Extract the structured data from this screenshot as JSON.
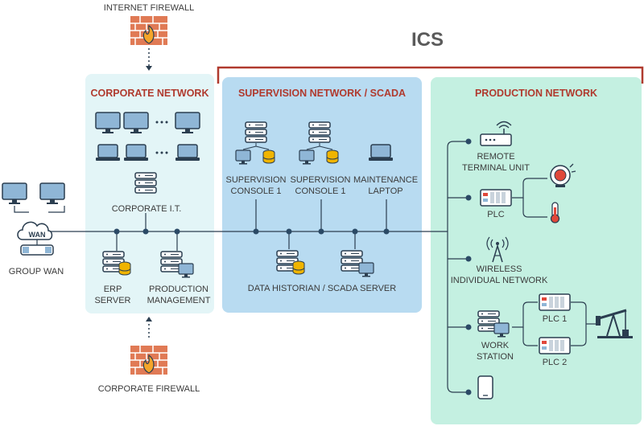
{
  "ics_label": "ICS",
  "internet_firewall": "INTERNET FIREWALL",
  "corporate_firewall": "CORPORATE FIREWALL",
  "zones": {
    "corporate": "CORPORATE NETWORK",
    "supervision": "SUPERVISION NETWORK / SCADA",
    "production": "PRODUCTION NETWORK"
  },
  "nodes": {
    "group_wan": "GROUP WAN",
    "wan": "WAN",
    "corporate_it": "CORPORATE I.T.",
    "erp_server": [
      "ERP",
      "SERVER"
    ],
    "production_management": [
      "PRODUCTION",
      "MANAGEMENT"
    ],
    "supervision_console_1a": [
      "SUPERVISION",
      "CONSOLE 1"
    ],
    "supervision_console_1b": [
      "SUPERVISION",
      "CONSOLE 1"
    ],
    "maintenance_laptop": [
      "MAINTENANCE",
      "LAPTOP"
    ],
    "data_historian": "DATA HISTORIAN / SCADA SERVER",
    "remote_terminal_unit": [
      "REMOTE",
      "TERMINAL UNIT"
    ],
    "plc": "PLC",
    "wireless_network": [
      "WIRELESS",
      "INDIVIDUAL NETWORK"
    ],
    "work_station": [
      "WORK",
      "STATION"
    ],
    "plc1": "PLC 1",
    "plc2": "PLC 2"
  },
  "colors": {
    "corporate_bg": "#e3f5f7",
    "supervision_bg": "#b8dbf1",
    "production_bg": "#c4f0e1",
    "title_red": "#b03a2e",
    "line": "#2b3e50",
    "dot": "#2b4a66",
    "monitor_fill": "#8fb6d6",
    "storage_yellow": "#f0b400"
  }
}
